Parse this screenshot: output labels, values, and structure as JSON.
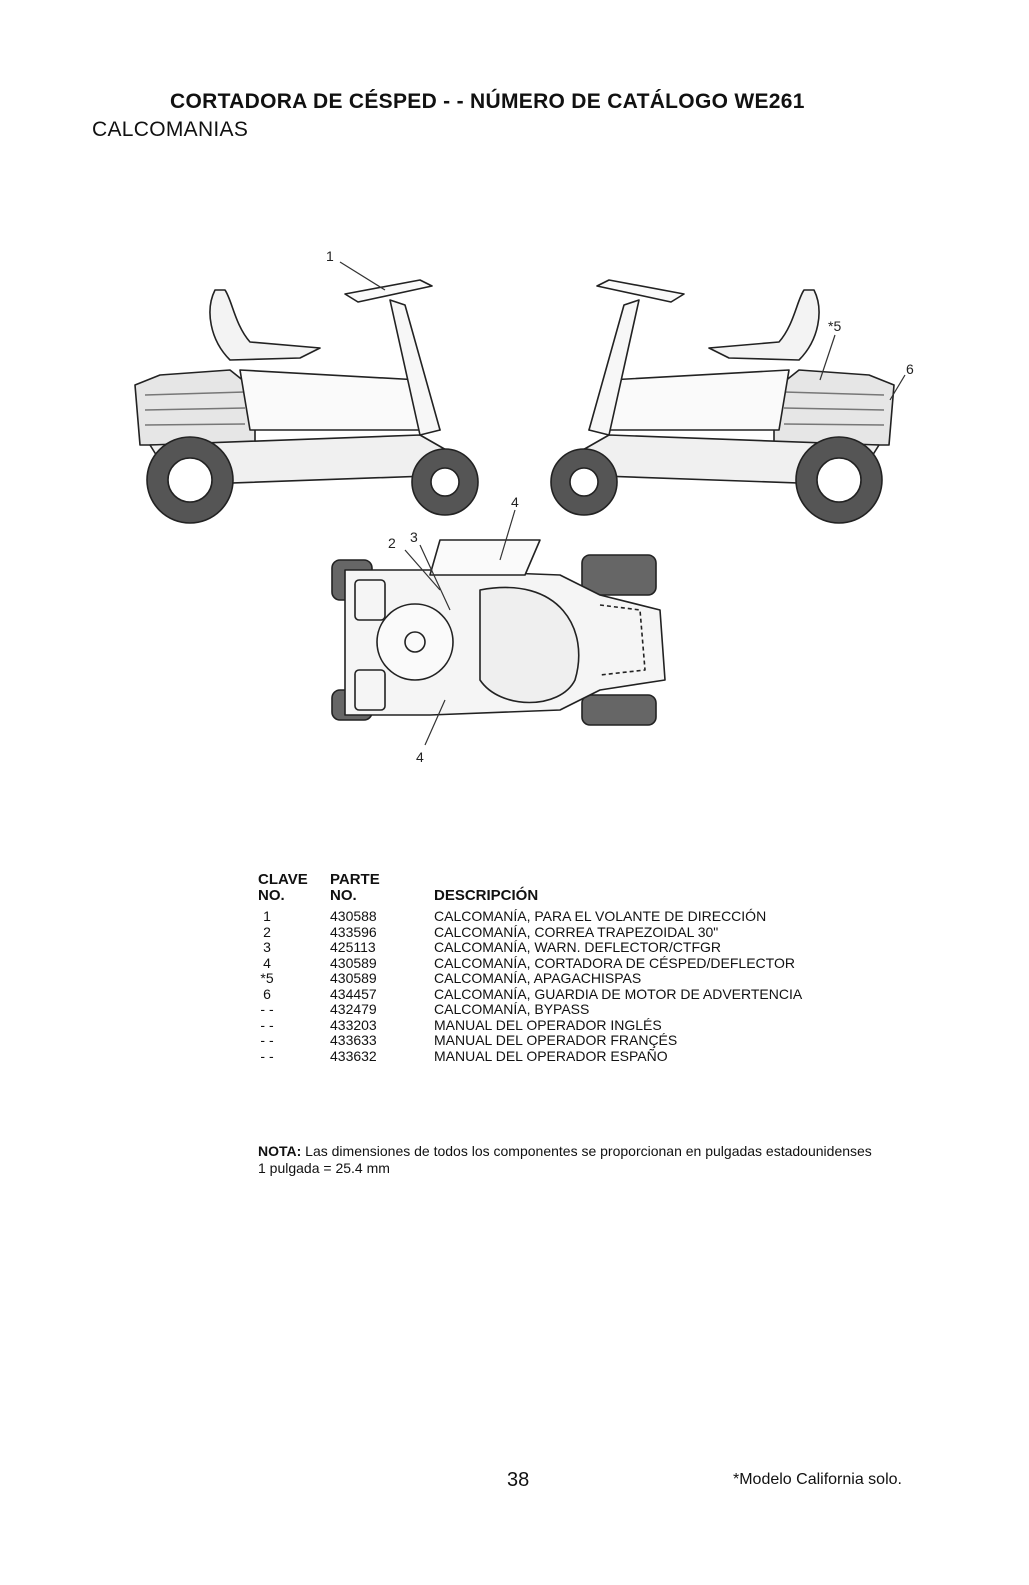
{
  "header": {
    "title": "CORTADORA DE CÉSPED - - NÚMERO DE CATÁLOGO  WE261",
    "subtitle": "CALCOMANIAS"
  },
  "diagram": {
    "callouts": [
      "1",
      "*5",
      "6",
      "4",
      "2",
      "3",
      "4"
    ]
  },
  "parts_table": {
    "headers": {
      "clave_line1": "CLAVE",
      "clave_line2": "NO.",
      "parte_line1": "PARTE",
      "parte_line2": "NO.",
      "descripcion": "DESCRIPCIÓN"
    },
    "rows": [
      {
        "key": "1",
        "part": "430588",
        "desc": "CALCOMANÍA, PARA EL VOLANTE DE DIRECCIÓN"
      },
      {
        "key": "2",
        "part": "433596",
        "desc": "CALCOMANÍA, CORREA TRAPEZOIDAL 30\""
      },
      {
        "key": "3",
        "part": "425113",
        "desc": "CALCOMANÍA, WARN. DEFLECTOR/CTFGR"
      },
      {
        "key": "4",
        "part": "430589",
        "desc": "CALCOMANÍA, CORTADORA DE CÉSPED/DEFLECTOR"
      },
      {
        "key": "*5",
        "part": "430589",
        "desc": "CALCOMANÍA, APAGACHISPAS"
      },
      {
        "key": "6",
        "part": "434457",
        "desc": "CALCOMANÍA, GUARDIA DE MOTOR DE ADVERTENCIA"
      },
      {
        "key": "- -",
        "part": "432479",
        "desc": "CALCOMANÍA, BYPASS"
      },
      {
        "key": "- -",
        "part": "433203",
        "desc": "MANUAL DEL OPERADOR INGLÉS"
      },
      {
        "key": "- -",
        "part": "433633",
        "desc": "MANUAL DEL OPERADOR FRANÇÉS"
      },
      {
        "key": "- -",
        "part": "433632",
        "desc": "MANUAL DEL OPERADOR ESPAÑO"
      }
    ]
  },
  "note": {
    "label": "NOTA:",
    "text": " Las dimensiones de todos los componentes se proporcionan en pulgadas estadounidenses 1 pulgada = 25.4 mm"
  },
  "footer": {
    "page_number": "38",
    "footnote": "*Modelo California solo."
  }
}
